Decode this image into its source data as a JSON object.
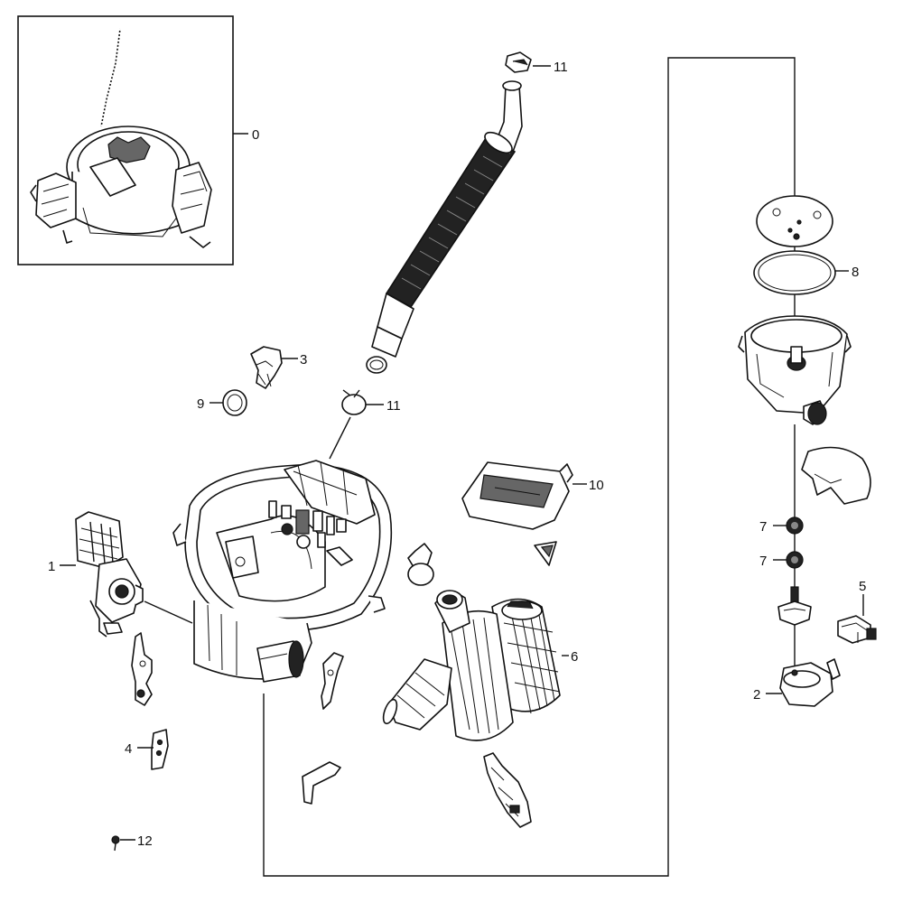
{
  "callouts": {
    "c0": "0",
    "c1": "1",
    "c2": "2",
    "c3": "3",
    "c4": "4",
    "c5": "5",
    "c6": "6",
    "c7a": "7",
    "c7b": "7",
    "c8": "8",
    "c9": "9",
    "c10": "10",
    "c11a": "11",
    "c11b": "11",
    "c12": "12"
  },
  "colors": {
    "ink": "#111111",
    "background": "#ffffff"
  }
}
